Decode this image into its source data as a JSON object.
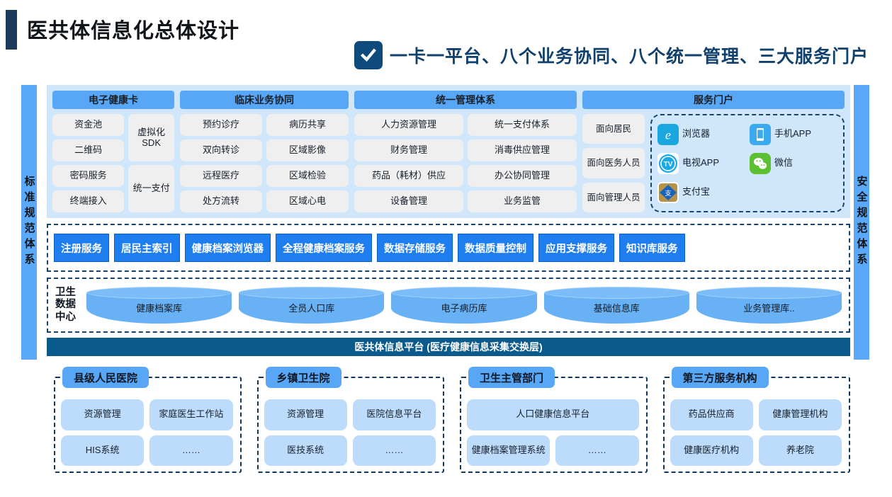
{
  "header": {
    "title": "医共体信息化总体设计",
    "subtitle": "一卡一平台、八个业务协同、八个统一管理、三大服务门户",
    "check_icon": "check-icon",
    "accent_dark": "#1b3a5c",
    "accent_blue": "#10416d"
  },
  "sides": {
    "left_label": "标准规范体系",
    "right_label": "安全规范体系",
    "color": "#5aa9f8"
  },
  "top_columns": [
    {
      "title": "电子健康卡",
      "col_a": [
        "资金池",
        "二维码",
        "密码服务",
        "终端接入"
      ],
      "col_b": [
        "虚拟化 SDK",
        "统一支付"
      ]
    },
    {
      "title": "临床业务协同",
      "col_a": [
        "预约诊疗",
        "双向转诊",
        "远程医疗",
        "处方流转"
      ],
      "col_b": [
        "病历共享",
        "区域影像",
        "区域检验",
        "区域心电"
      ]
    },
    {
      "title": "统一管理体系",
      "col_a": [
        "人力资源管理",
        "财务管理",
        "药品（耗材）供应",
        "设备管理"
      ],
      "col_b": [
        "统一支付体系",
        "消毒供应管理",
        "办公协同管理",
        "业务监管"
      ]
    },
    {
      "title": "服务门户",
      "audiences": [
        "面向居民",
        "面向医务人员",
        "面向管理人员"
      ],
      "apps": [
        {
          "label": "浏览器",
          "icon": "ie-browser-icon"
        },
        {
          "label": "手机APP",
          "icon": "mobile-phone-icon"
        },
        {
          "label": "电视APP",
          "icon": "tv-icon"
        },
        {
          "label": "微信",
          "icon": "wechat-icon"
        },
        {
          "label": "支付宝",
          "icon": "alipay-icon"
        }
      ]
    }
  ],
  "services": [
    "注册服务",
    "居民主索引",
    "健康档案浏览器",
    "全程健康档案服务",
    "数据存储服务",
    "数据质量控制",
    "应用支撑服务",
    "知识库服务"
  ],
  "data_center": {
    "label": "卫生数据中心",
    "databases": [
      "健康档案库",
      "全员人口库",
      "电子病历库",
      "基础信息库",
      "业务管理库.."
    ]
  },
  "platform_bar": {
    "label": "医共体信息平台 (医疗健康信息采集交换层)",
    "color": "#0b5a8c"
  },
  "institutions": [
    {
      "title": "县级人民医院",
      "rows": [
        [
          "资源管理",
          "家庭医生工作站"
        ],
        [
          "HIS系统",
          "……"
        ]
      ]
    },
    {
      "title": "乡镇卫生院",
      "rows": [
        [
          "资源管理",
          "医院信息平台"
        ],
        [
          "医技系统",
          "……"
        ]
      ]
    },
    {
      "title": "卫生主管部门",
      "rows": [
        [
          "人口健康信息平台"
        ],
        [
          "健康档案管理系统",
          "……"
        ]
      ]
    },
    {
      "title": "第三方服务机构",
      "rows": [
        [
          "药品供应商",
          "健康管理机构"
        ],
        [
          "健康医疗机构",
          "养老院"
        ]
      ]
    }
  ]
}
